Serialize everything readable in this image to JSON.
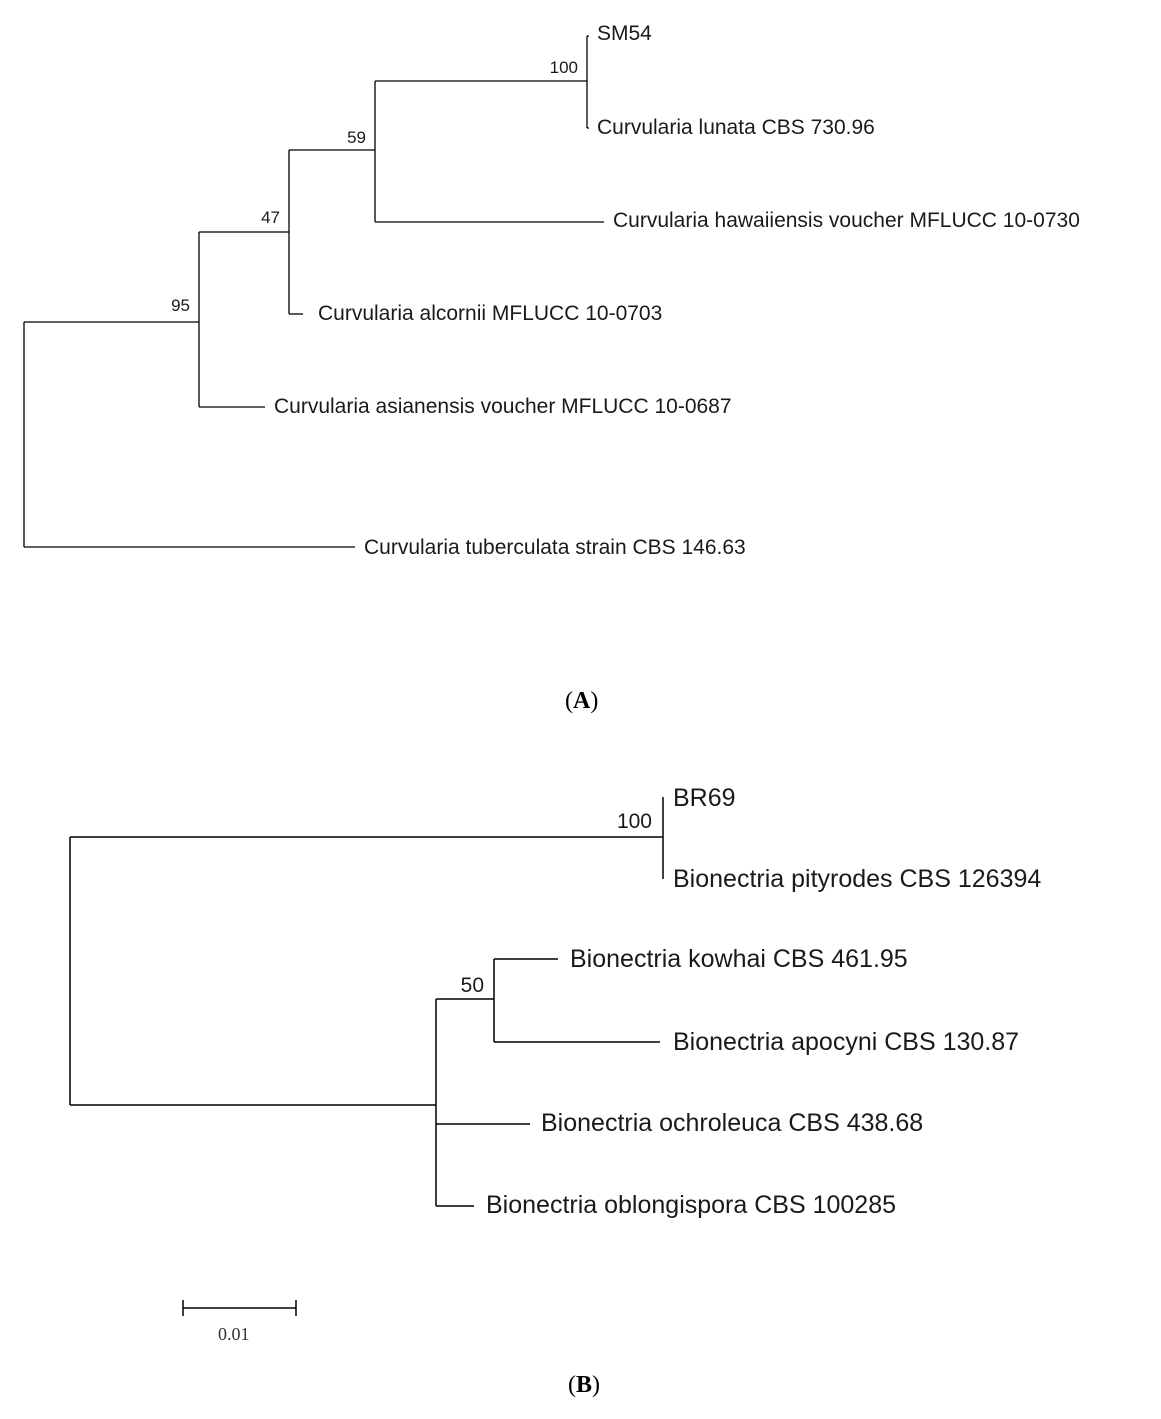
{
  "panel_a": {
    "caption_open": "(",
    "caption_letter": "A",
    "caption_close": ")",
    "tips": [
      "SM54",
      "Curvularia lunata CBS 730.96",
      "Curvularia hawaiiensis voucher MFLUCC 10-0730",
      "Curvularia alcornii MFLUCC 10-0703",
      "Curvularia asianensis voucher MFLUCC 10-0687",
      "Curvularia tuberculata strain CBS 146.63"
    ],
    "bootstraps": [
      "100",
      "59",
      "47",
      "95"
    ]
  },
  "panel_b": {
    "caption_open": "(",
    "caption_letter": "B",
    "caption_close": ")",
    "tips": [
      "BR69",
      "Bionectria pityrodes CBS 126394",
      "Bionectria kowhai CBS 461.95",
      "Bionectria apocyni CBS 130.87",
      "Bionectria ochroleuca CBS 438.68",
      "Bionectria oblongispora CBS 100285"
    ],
    "bootstraps": [
      "100",
      "50"
    ]
  },
  "scale_bar": {
    "label": "0.01"
  }
}
